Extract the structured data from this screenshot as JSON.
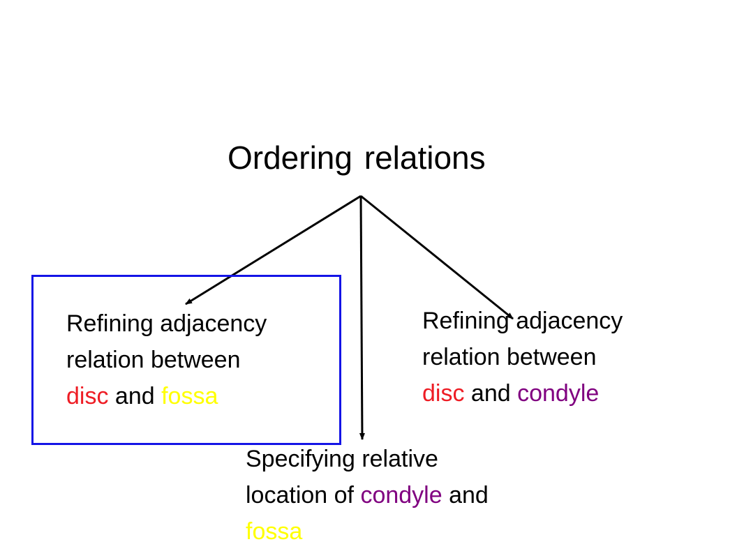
{
  "title": "Ordering relations",
  "colors": {
    "disc": "#ee1c24",
    "fossa": "#ffff00",
    "condyle": "#800080",
    "box_border": "#1414e6",
    "arrows": "#000000"
  },
  "nodes": {
    "left": {
      "line1": "Refining adjacency",
      "line2": "relation between",
      "term1": "disc",
      "connector": "and",
      "term2": "fossa"
    },
    "right": {
      "line1": "Refining adjacency",
      "line2": "relation between",
      "term1": "disc",
      "connector": "and",
      "term2": "condyle"
    },
    "bottom": {
      "line1": "Specifying relative",
      "line2_prefix": "location of",
      "term1": "condyle",
      "connector": "and",
      "term2": "fossa"
    }
  }
}
